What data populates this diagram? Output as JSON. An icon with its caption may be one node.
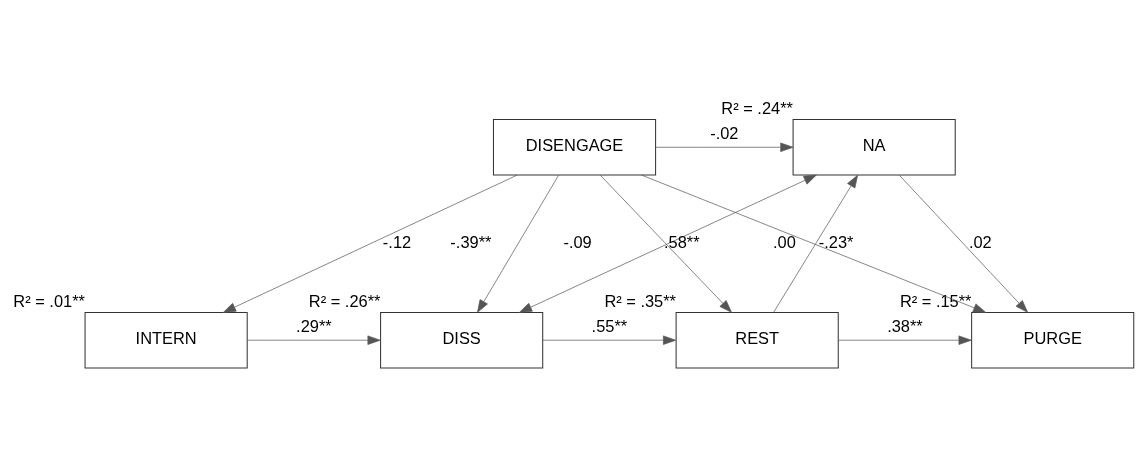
{
  "diagram": {
    "nodes": [
      {
        "text": [
          "DISENGAGE"
        ]
      },
      {
        "text": [
          "NA"
        ],
        "beside": [
          "R² = .24**"
        ]
      },
      {
        "text": [
          "INTERN"
        ],
        "beside": [
          "R² = .01**"
        ]
      },
      {
        "text": [
          "DISS"
        ],
        "beside": [
          "R² = .26**"
        ]
      },
      {
        "text": [
          "REST"
        ],
        "beside": [
          "R² = .35**"
        ]
      },
      {
        "text": [
          "PURGE"
        ],
        "beside": [
          "R² = .15**"
        ]
      }
    ],
    "edges": [
      {
        "from": 0,
        "to": 1,
        "arrow": "to",
        "label": "-.02"
      },
      {
        "from": 0,
        "to": 2,
        "arrow": "to",
        "label": "-.12"
      },
      {
        "from": 0,
        "to": 3,
        "arrow": "to",
        "label": "-.39**"
      },
      {
        "from": 0,
        "to": 4,
        "arrow": "to",
        "label": "-.09"
      },
      {
        "from": 0,
        "to": 5,
        "arrow": "to",
        "label": ".00"
      },
      {
        "from": 3,
        "to": 1,
        "arrow": "both",
        "label": ".58**"
      },
      {
        "from": 4,
        "to": 1,
        "arrow": "to",
        "label": "-.23*"
      },
      {
        "from": 1,
        "to": 5,
        "arrow": "to",
        "label": ".02"
      },
      {
        "from": 2,
        "to": 3,
        "arrow": "to",
        "label": ".29**"
      },
      {
        "from": 3,
        "to": 4,
        "arrow": "to",
        "label": ".55**"
      },
      {
        "from": 4,
        "to": 5,
        "arrow": "to",
        "label": ".38**"
      }
    ]
  }
}
